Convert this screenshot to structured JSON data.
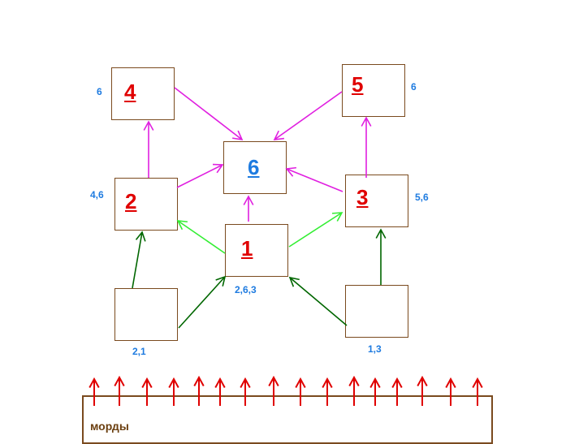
{
  "nodes": [
    {
      "id": "4",
      "label": "4",
      "annotation": "6"
    },
    {
      "id": "5",
      "label": "5",
      "annotation": "6"
    },
    {
      "id": "6",
      "label": "6",
      "annotation": ""
    },
    {
      "id": "2",
      "label": "2",
      "annotation": "4,6"
    },
    {
      "id": "3",
      "label": "3",
      "annotation": "5,6"
    },
    {
      "id": "1",
      "label": "1",
      "annotation": "2,6,3"
    },
    {
      "id": "bl",
      "label": "",
      "annotation": "2,1"
    },
    {
      "id": "br",
      "label": "",
      "annotation": "1,3"
    }
  ],
  "edges": [
    {
      "from": "4",
      "to": "6",
      "color": "#e020e0"
    },
    {
      "from": "5",
      "to": "6",
      "color": "#e020e0"
    },
    {
      "from": "2",
      "to": "6",
      "color": "#e020e0"
    },
    {
      "from": "3",
      "to": "6",
      "color": "#e020e0"
    },
    {
      "from": "1",
      "to": "6",
      "color": "#e020e0"
    },
    {
      "from": "2",
      "to": "4",
      "color": "#e020e0"
    },
    {
      "from": "3",
      "to": "5",
      "color": "#e020e0"
    },
    {
      "from": "1",
      "to": "2",
      "color": "#33ee33"
    },
    {
      "from": "1",
      "to": "3",
      "color": "#33ee33"
    },
    {
      "from": "bl",
      "to": "2",
      "color": "#006600"
    },
    {
      "from": "bl",
      "to": "1",
      "color": "#006600"
    },
    {
      "from": "br",
      "to": "1",
      "color": "#006600"
    },
    {
      "from": "br",
      "to": "3",
      "color": "#006600"
    }
  ],
  "base": {
    "label": "морды",
    "arrow_count": 16,
    "arrow_color": "#e00000"
  }
}
